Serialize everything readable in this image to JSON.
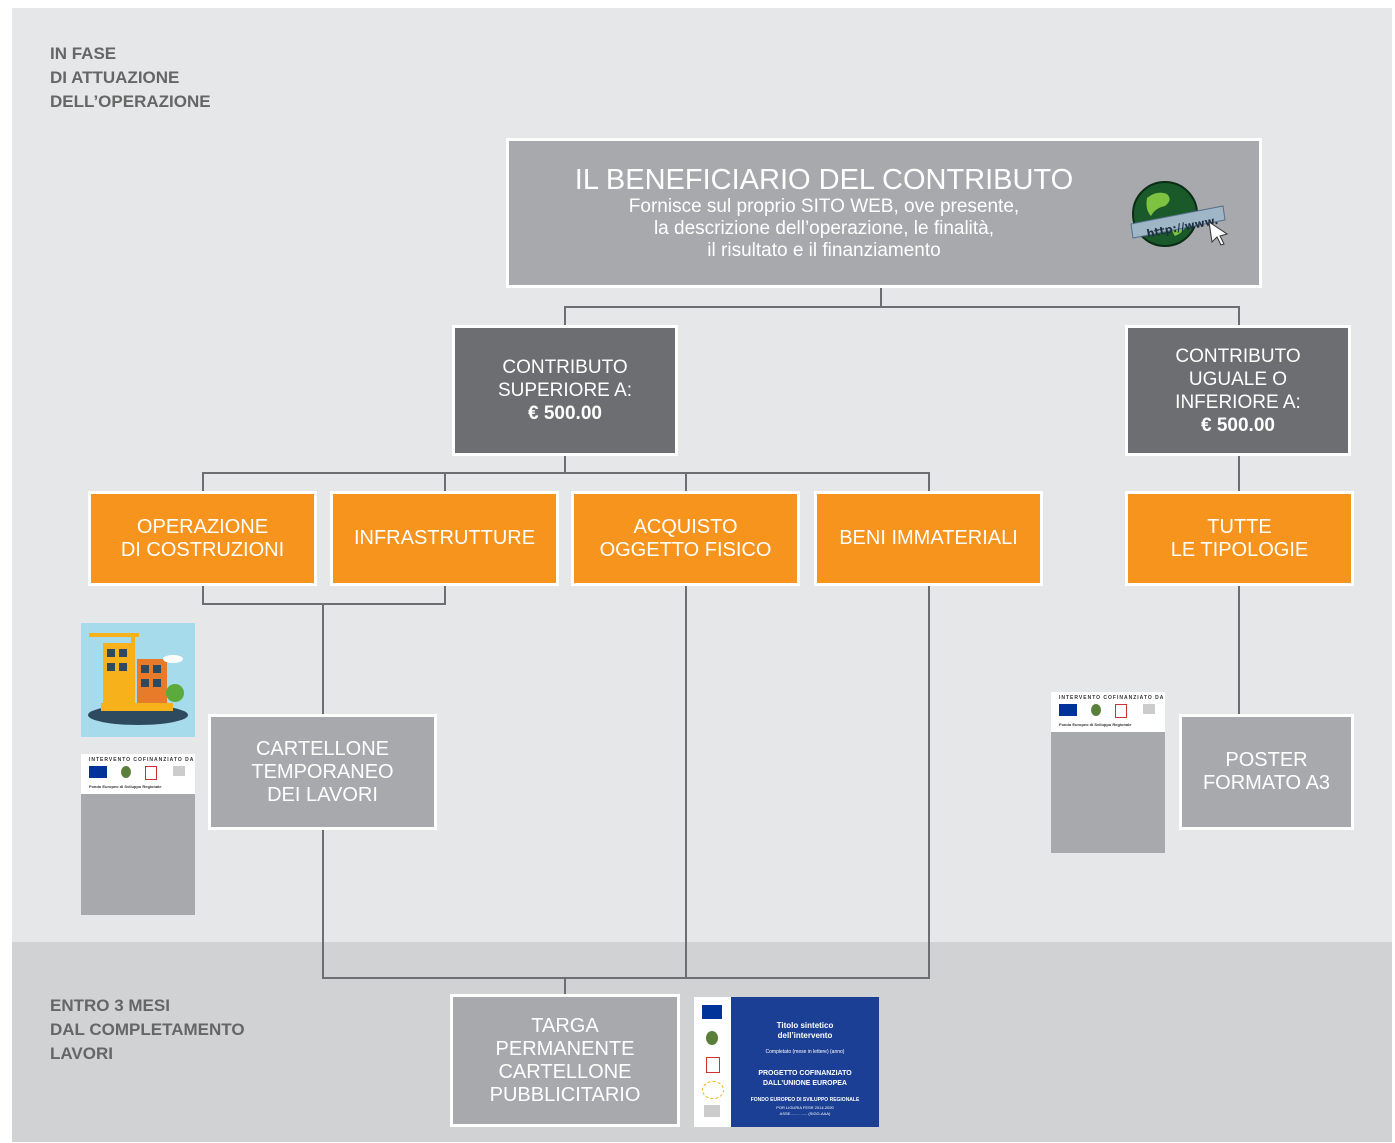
{
  "phases": {
    "during": "IN FASE\nDI ATTUAZIONE\nDELL’OPERAZIONE",
    "after": "ENTRO 3 MESI\nDAL COMPLETAMENTO\nLAVORI"
  },
  "beneficiary": {
    "title": "IL BENEFICIARIO DEL CONTRIBUTO",
    "text": "Fornisce sul proprio SITO WEB, ove presente,\nla descrizione dell’operazione, le finalità,\nil risultato e il finanziamento",
    "globe_label": "http://www."
  },
  "contrib_high": {
    "text": "CONTRIBUTO\nSUPERIORE A:",
    "amount": "€ 500.00"
  },
  "contrib_low": {
    "text": "CONTRIBUTO\nUGUALE O\nINFERIORE A:",
    "amount": "€ 500.00"
  },
  "categories": {
    "construction": "OPERAZIONE\nDI COSTRUZIONI",
    "infrastructure": "INFRASTRUTTURE",
    "physical": "ACQUISTO\nOGGETTO FISICO",
    "intangible": "BENI IMMATERIALI",
    "all": "TUTTE\nLE TIPOLOGIE"
  },
  "outputs": {
    "billboard": "CARTELLONE\nTEMPORANEO\nDEI LAVORI",
    "poster": "POSTER\nFORMATO A3",
    "plaque": "TARGA\nPERMANENTE\nCARTELLONE\nPUBBLICITARIO"
  },
  "thumb": {
    "header": "INTERVENTO COFINANZIATO DA",
    "fund": "Fondo Europeo di Sviluppo Regionale"
  },
  "plaque_sample": {
    "title": "Titolo sintetico\ndell’intervento",
    "completed": "Completato (mese in lettere) (anno)",
    "project": "PROGETTO COFINANZIATO\nDALL’UNIONE EUROPEA",
    "fund": "FONDO EUROPEO DI SVILUPPO REGIONALE",
    "por": "POR LIGURIA FESR 2014-2020",
    "asse": "ASSE...... - ...... (SIGG-AAA)"
  },
  "colors": {
    "orange": "#f7941d",
    "dark": "#6d6e71",
    "gray": "#a7a9ac",
    "eu_blue": "#1b3f94"
  }
}
